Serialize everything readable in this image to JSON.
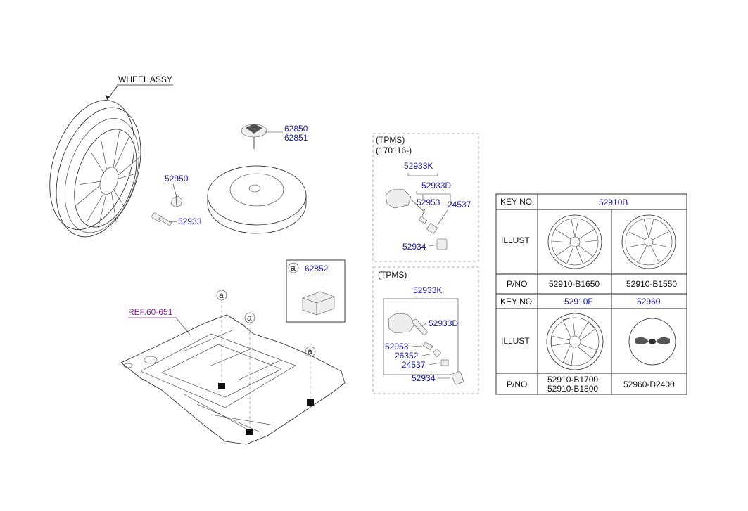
{
  "wheel": {
    "title": "WHEEL ASSY",
    "parts": [
      "52950",
      "52933"
    ]
  },
  "spare": {
    "parts": [
      "62850",
      "62851"
    ]
  },
  "kit_box": {
    "marker": "a",
    "part": "62852"
  },
  "floor": {
    "ref": "REF.60-651",
    "markers": [
      "a",
      "a",
      "a"
    ]
  },
  "tpms1": {
    "title": "(TPMS)",
    "subtitle": "(170116-)",
    "parts": [
      "52933K",
      "52933D",
      "52953",
      "24537",
      "52934"
    ]
  },
  "tpms2": {
    "title": "(TPMS)",
    "parts": [
      "52933K",
      "52933D",
      "52953",
      "26352",
      "24537",
      "52934"
    ]
  },
  "table": {
    "key_no_label": "KEY NO.",
    "illust_label": "ILLUST",
    "pno_label": "P/NO",
    "row1_key": "52910B",
    "row1_pnos": [
      "52910-B1650",
      "52910-B1550"
    ],
    "row2_keys": [
      "52910F",
      "52960"
    ],
    "row2_pno_a1": "52910-B1700",
    "row2_pno_a2": "52910-B1800",
    "row2_pno_b": "52960-D2400"
  },
  "colors": {
    "part_label": "#1a1aa6",
    "ref_label": "#8a1a9a",
    "line": "#222222"
  },
  "icons": [
    "alloy-wheel",
    "spare-tire",
    "tpms-sensor",
    "cap-emblem"
  ]
}
